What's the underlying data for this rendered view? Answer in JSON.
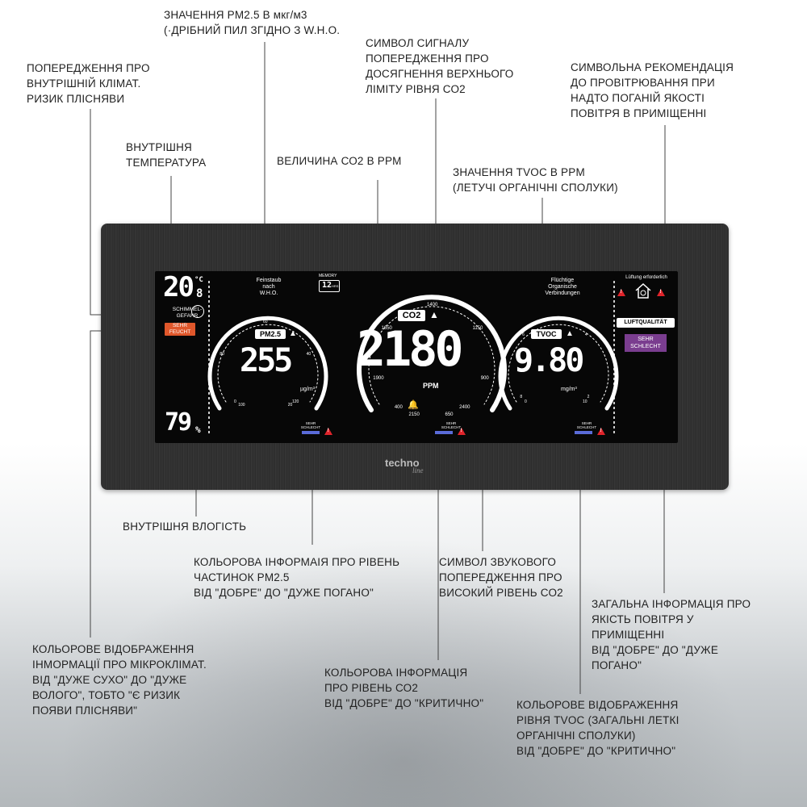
{
  "annotations": {
    "pm25_value": [
      "ЗНАЧЕННЯ PM2.5 В мкг/м3",
      "(·ДРІБНИЙ ПИЛ ЗГІДНО З W.H.O."
    ],
    "mold_warning": [
      "ПОПЕРЕДЖЕННЯ ПРО",
      "ВНУТРІШНІЙ КЛІМАТ.",
      "РИЗИК ПЛІСНЯВИ"
    ],
    "inner_temp": [
      "ВНУТРІШНЯ",
      "ТЕМПЕРАТУРА"
    ],
    "co2_limit_symbol": [
      "СИМВОЛ СИГНАЛУ",
      "ПОПЕРЕДЖЕННЯ ПРО",
      "ДОСЯГНЕННЯ ВЕРХНЬОГО",
      "ЛІМІТУ РІВНЯ СО2"
    ],
    "ventilation_symbol": [
      "СИМВОЛЬНА РЕКОМЕНДАЦІЯ",
      "ДО ПРОВІТРЮВАННЯ ПРИ",
      "НАДТО ПОГАНІЙ ЯКОСТІ",
      "ПОВІТРЯ В ПРИМІЩЕННІ"
    ],
    "co2_value": [
      "ВЕЛИЧИНА СО2 В PPM"
    ],
    "tvoc_value": [
      "ЗНАЧЕННЯ TVOC В PPM",
      "(ЛЕТУЧІ ОРГАНІЧНІ СПОЛУКИ)"
    ],
    "inner_humidity": [
      "ВНУТРІШНЯ ВЛОГІСТЬ"
    ],
    "pm25_color": [
      "КОЛЬОРОВА ІНФОРМАІЯ ПРО РІВЕНЬ",
      "ЧАСТИНОК PM2.5",
      "ВІД \"ДОБРЕ\" ДО \"ДУЖЕ ПОГАНО\""
    ],
    "sound_alarm": [
      "СИМВОЛ ЗВУКОВОГО",
      "ПОПЕРЕДЖЕННЯ ПРО",
      "ВИСОКИЙ РІВЕНЬ СО2"
    ],
    "air_quality": [
      "ЗАГАЛЬНА ІНФОРМАЦІЯ ПРО",
      "ЯКІСТЬ ПОВІТРЯ У",
      "ПРИМІЩЕННІ",
      "ВІД \"ДОБРЕ\" ДО \"ДУЖЕ",
      "ПОГАНО\""
    ],
    "microclimate_color": [
      "КОЛЬОРОВЕ ВІДОБРАЖЕННЯ",
      "ІНМОРМАЦІЇ ПРО МІКРОКЛІМАТ.",
      "ВІД \"ДУЖЕ СУХО\" ДО \"ДУЖЕ",
      "ВОЛОГО\", ТОБТО \"Є РИЗИК",
      "ПОЯВИ ПЛІСНЯВИ\""
    ],
    "co2_color": [
      "КОЛЬОРОВА ІНФОРМАЦІЯ",
      "ПРО РІВЕНЬ СО2",
      "ВІД \"ДОБРЕ\" ДО \"КРИТИЧНО\""
    ],
    "tvoc_color": [
      "КОЛЬОРОВЕ ВІДОБРАЖЕННЯ",
      "РІВНЯ TVOC (ЗАГАЛЬНІ ЛЕТКІ",
      "ОРГАНІЧНІ СПОЛУКИ)",
      "ВІД \"ДОБРЕ\" ДО \"КРИТИЧНО\""
    ]
  },
  "device": {
    "brand": "techno",
    "brand_sub": "line",
    "temperature": {
      "value": "20",
      "decimal": "8",
      "unit": "°C"
    },
    "mold_label": [
      "SCHIMMEL-",
      "GEFAHR"
    ],
    "humidity_status": {
      "top": "SEHR",
      "bottom": "FEUCHT",
      "color": "#e0572b"
    },
    "humidity": {
      "value": "79",
      "unit": "%"
    },
    "pm25": {
      "title": [
        "Feinstaub",
        "nach",
        "W.H.O."
      ],
      "label": "PM2.5",
      "value": "255",
      "unit": "µg/m³",
      "scale": [
        "0",
        "20",
        "40",
        "60",
        "80",
        "100",
        "120"
      ],
      "status": [
        "SEHR",
        "SCHLECHT"
      ],
      "memory": {
        "label": "MEMORY",
        "value": "12",
        "unit": "HRS"
      }
    },
    "co2": {
      "label": "CO2",
      "value": "2180",
      "unit": "PPM",
      "scale": [
        "400",
        "650",
        "900",
        "1150",
        "1400",
        "1650",
        "1900",
        "2150",
        "2400"
      ],
      "status": [
        "SEHR",
        "SCHLECHT"
      ]
    },
    "tvoc": {
      "title": [
        "Flüchtige",
        "Organische",
        "Verbindungen"
      ],
      "label": "TVOC",
      "value": "9.80",
      "unit": "mg/m³",
      "scale": [
        "0",
        "2",
        "4",
        "6",
        "8",
        "10"
      ],
      "status": [
        "SEHR",
        "SCHLECHT"
      ]
    },
    "ventilation": {
      "label": "Lüftung erforderlich"
    },
    "air_quality": {
      "label": "LUFTQUALITÄT",
      "status_top": "SEHR",
      "status_bottom": "SCHLECHT",
      "color": "#7a3d8f"
    }
  }
}
